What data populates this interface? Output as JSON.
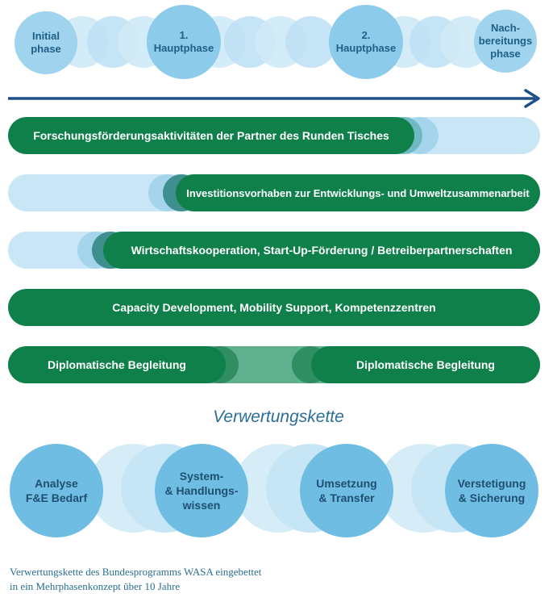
{
  "phases": [
    {
      "label": "Initial\nphase"
    },
    {
      "label": "1.\nHauptphase"
    },
    {
      "label": "2.\nHauptphase"
    },
    {
      "label": "Nach-\nbereitungs\nphase"
    }
  ],
  "bars": [
    {
      "label": "Forschungsförderungsaktivitäten der Partner des Runden Tisches"
    },
    {
      "label": "Investitionsvorhaben zur Entwicklungs- und Umweltzusammenarbeit"
    },
    {
      "label": "Wirtschaftskooperation, Start-Up-Förderung / Betreiberpartnerschaften"
    },
    {
      "label": "Capacity Development, Mobility Support, Kompetenzzentren"
    },
    {
      "left_label": "Diplomatische Begleitung",
      "right_label": "Diplomatische Begleitung"
    }
  ],
  "chain": {
    "title": "Verwertungskette",
    "items": [
      {
        "label": "Analyse\nF&E Bedarf"
      },
      {
        "label": "System-\n& Handlungs-\nwissen"
      },
      {
        "label": "Umsetzung\n& Transfer"
      },
      {
        "label": "Verstetigung\n& Sicherung"
      }
    ]
  },
  "caption": {
    "line1": "Verwertungskette des Bundesprogramms WASA eingebettet",
    "line2": "in ein Mehrphasenkonzept über 10 Jahre"
  },
  "colors": {
    "dark_green": "#0f8049",
    "light_blue": "#c8e6f5",
    "mid_blue": "#8ac8e8",
    "deep_blue": "#5aacd9",
    "arrow": "#1d4f86",
    "teal_blend": "#5fb08f"
  }
}
